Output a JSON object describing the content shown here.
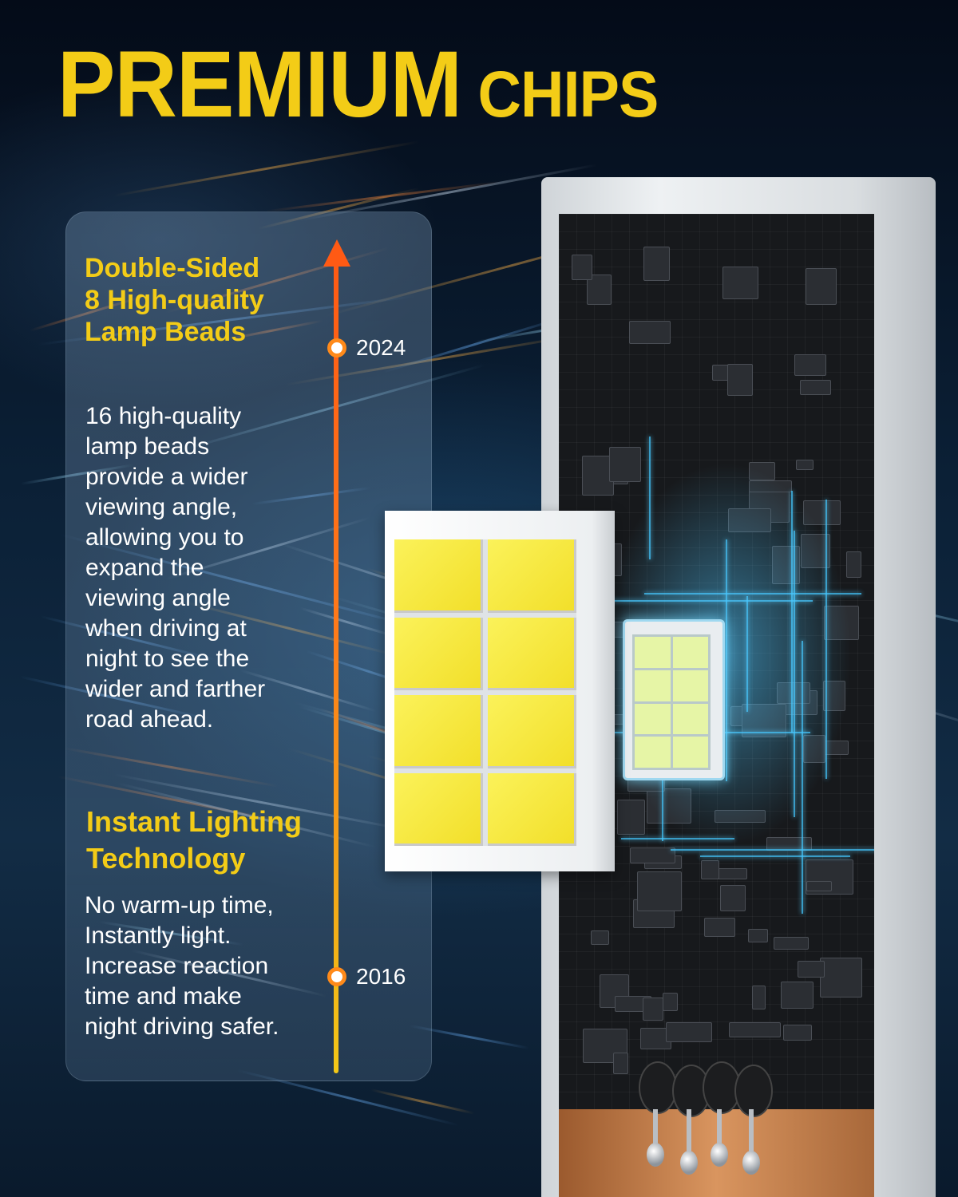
{
  "headline": {
    "word1": "PREMIUM",
    "word2": "CHIPS"
  },
  "features": [
    {
      "title": "Double-Sided\n8 High-quality\nLamp Beads",
      "body": "16 high-quality\nlamp beads\nprovide a wider\nviewing angle,\nallowing you to\nexpand the\nviewing angle\nwhen driving at\nnight to see the\nwider and farther\nroad ahead."
    },
    {
      "title": "Instant Lighting\nTechnology",
      "body": "No warm-up time,\nInstantly light.\nIncrease reaction\ntime and make\nnight driving safer."
    }
  ],
  "timeline": {
    "markers": [
      "2024",
      "2016"
    ]
  },
  "colors": {
    "accent": "#f3cc17",
    "timeline_top": "#ff5a14",
    "panel": "#5f7a94"
  }
}
